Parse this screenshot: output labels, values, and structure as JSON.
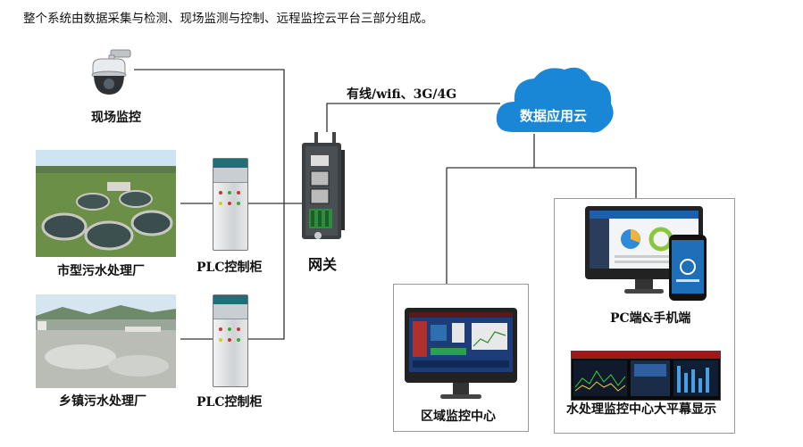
{
  "intro": "整个系统由数据采集与检测、现场监测与控制、远程监控云平台三部分组成。",
  "labels": {
    "camera": "现场监控",
    "city_plant": "市型污水处理厂",
    "town_plant": "乡镇污水处理厂",
    "plc1": "PLC控制柜",
    "plc2": "PLC控制柜",
    "gateway": "网关",
    "link": "有线/wifi、3G/4G",
    "cloud": "数据应用云",
    "pc_mobile": "PC端&手机端",
    "regional_center": "区域监控中心",
    "big_screen": "水处理监控中心大平幕显示"
  },
  "colors": {
    "cloud_fill": "#1a86d6",
    "line": "#333333",
    "panel_border": "#999999",
    "cabinet_top": "#1f6f78"
  }
}
